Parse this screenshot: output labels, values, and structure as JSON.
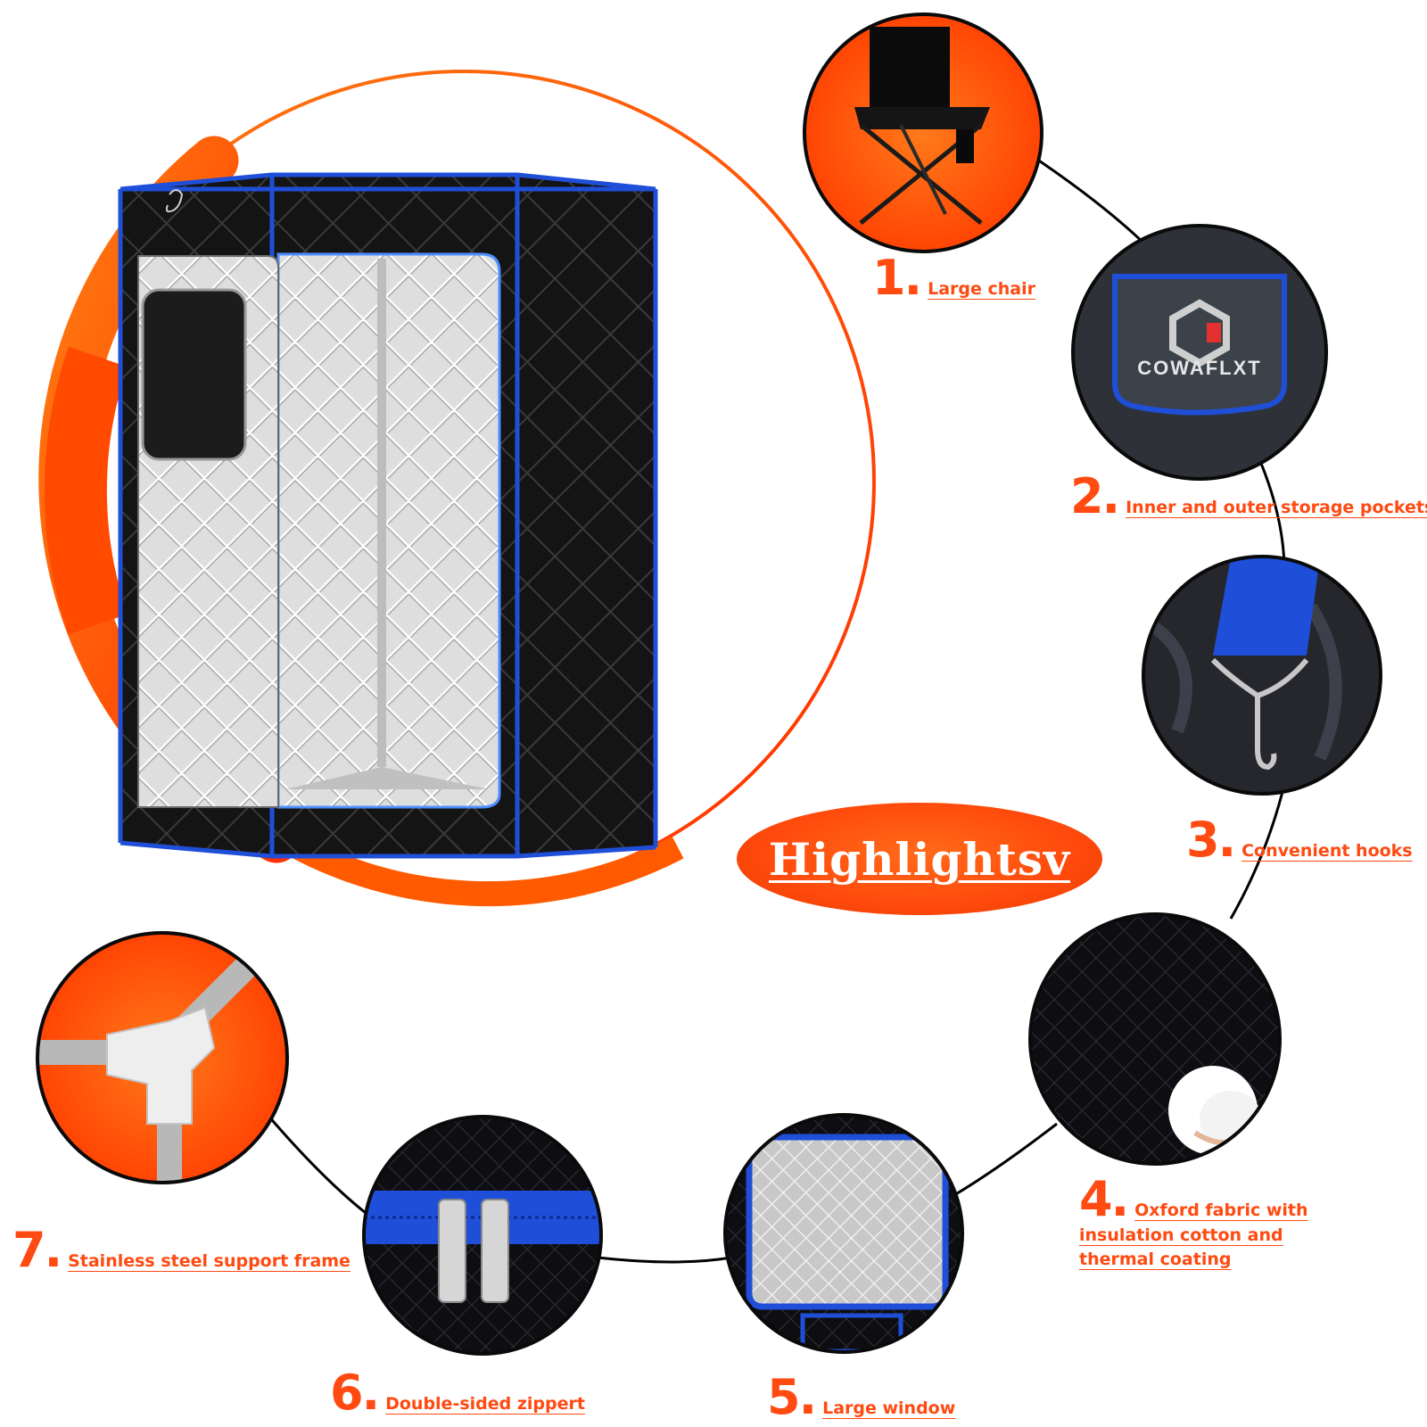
{
  "headline": "Highlightsv",
  "brand": {
    "logo_text": "COWAFLXT"
  },
  "features": [
    {
      "num": "1.",
      "text": "Large chair",
      "icon": "folding-chair"
    },
    {
      "num": "2.",
      "text": "Inner and outer storage pockets",
      "icon": "storage-pocket"
    },
    {
      "num": "3.",
      "text": "Convenient hooks",
      "icon": "hook"
    },
    {
      "num": "4.",
      "text": "Oxford fabric with",
      "text_line2": "insulation cotton and",
      "text_line3": "thermal coating",
      "icon": "quilted-fabric"
    },
    {
      "num": "5.",
      "text": "Large window",
      "icon": "window"
    },
    {
      "num": "6.",
      "text": "Double-sided zippert",
      "icon": "zipper"
    },
    {
      "num": "7.",
      "text": "Stainless steel support frame",
      "icon": "frame-joint"
    }
  ],
  "colors": {
    "accent": "#ff4a12",
    "trim_blue": "#1f4fd8",
    "tent_black": "#111111",
    "silver": "#d9d9d9"
  }
}
